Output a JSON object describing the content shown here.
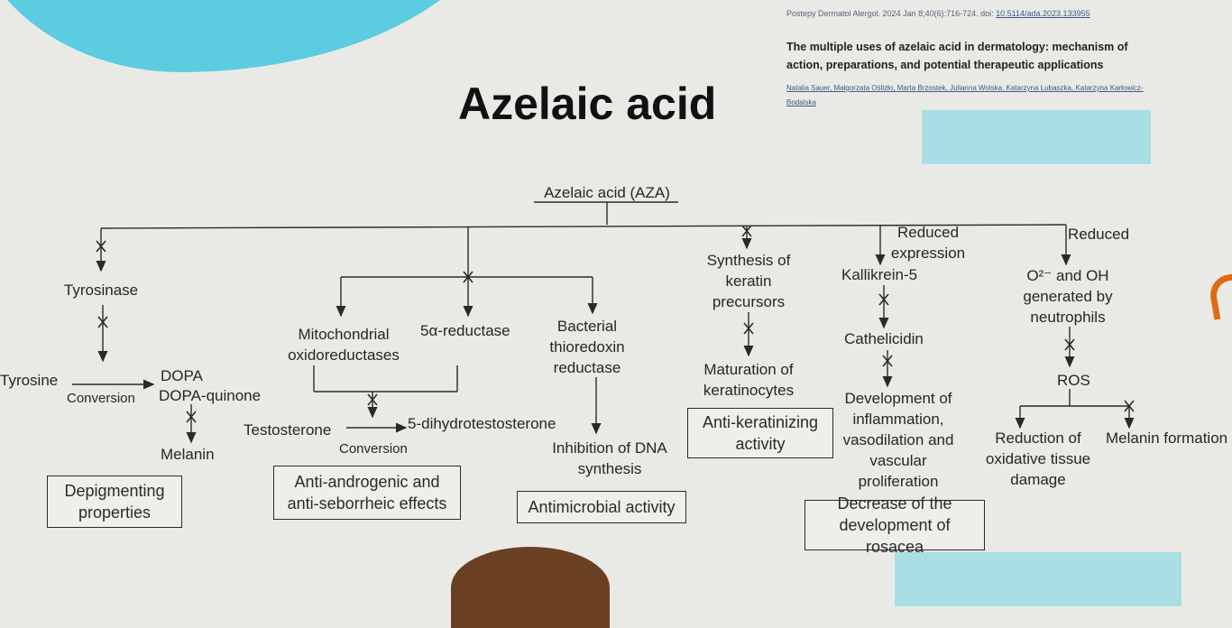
{
  "title": "Azelaic acid",
  "citation": {
    "journal": "Postepy Dermatol Alergol. 2024 Jan 8;40(6):716-724. doi: ",
    "doi": "10.5114/ada.2023.133955"
  },
  "paper_title": "The multiple uses of azelaic acid in dermatology: mechanism of action, preparations, and potential therapeutic applications",
  "authors": "Natalia Sauer, Małgorzata Oślizło, Marta Brzostek, Julianna Wolska, Katarzyna Lubaszka, Katarzyna Karłowicz-Bodalska",
  "diagram": {
    "root": "Azelaic acid (AZA)",
    "b1": {
      "tyrosinase": "Tyrosinase",
      "tyrosine": "Tyrosine",
      "dopa": "DOPA",
      "conversion": "Conversion",
      "dopa_quinone": "DOPA-quinone",
      "melanin": "Melanin",
      "effect": "Depigmenting properties"
    },
    "b2": {
      "mito": "Mitochondrial oxidoreductases",
      "reductase": "5α-reductase",
      "testosterone": "Testosterone",
      "conversion": "Conversion",
      "dht": "5-dihydrotestosterone",
      "effect": "Anti-androgenic and anti-seborrheic effects"
    },
    "b3": {
      "bacterial": "Bacterial thioredoxin reductase",
      "inhibition": "Inhibition of DNA synthesis",
      "effect": "Antimicrobial activity"
    },
    "b4": {
      "synthesis": "Synthesis of keratin precursors",
      "maturation": "Maturation of keratinocytes",
      "effect": "Anti-keratinizing activity"
    },
    "b5": {
      "reduced_expression": "Reduced expression",
      "kallikrein": "Kallikrein-5",
      "cathelicidin": "Cathelicidin",
      "development": "Development of inflammation, vasodilation and vascular proliferation",
      "effect": "Decrease of the development of rosacea"
    },
    "b6": {
      "reduced": "Reduced",
      "o2": "O²⁻ and OH generated by neutrophils",
      "ros": "ROS",
      "reduction": "Reduction of oxidative tissue damage",
      "melanin": "Melanin formation"
    }
  }
}
